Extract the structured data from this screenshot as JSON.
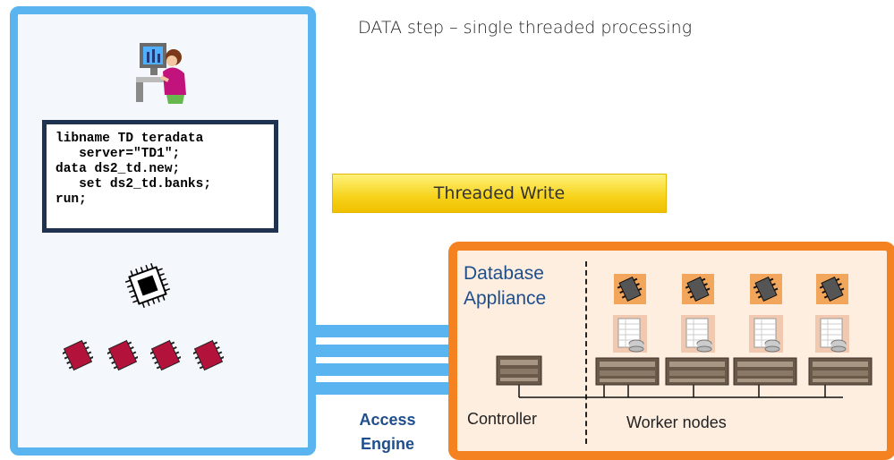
{
  "title": "DATA step – single threaded processing",
  "code": "libname TD teradata\n   server=\"TD1\";\ndata ds2_td.new;\n   set ds2_td.banks;\nrun;",
  "threaded_write": "Threaded Write",
  "access_engine": "Access Engine",
  "db_label": "Database Appliance",
  "controller_label": "Controller",
  "worker_label": "Worker nodes",
  "icons": [
    "user-at-computer-icon",
    "cpu-icon",
    "memory-chip-icon",
    "server-icon",
    "data-table-icon"
  ],
  "colors": {
    "client_border": "#5ab4f0",
    "db_border": "#f58220",
    "threaded_write": "#f6d21a",
    "label_blue": "#1f4e8c"
  }
}
